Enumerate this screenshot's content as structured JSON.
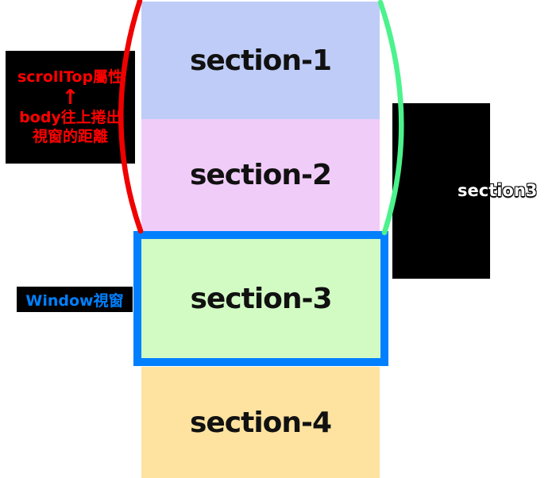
{
  "sections": [
    {
      "label": "section-1",
      "bg": "#bfccf7"
    },
    {
      "label": "section-2",
      "bg": "#f0ccf8"
    },
    {
      "label": "section-3",
      "bg": "#d2fbc4"
    },
    {
      "label": "section-4",
      "bg": "#fde2a0"
    }
  ],
  "scrolltop_annotation": {
    "line1": "scrollTop屬性",
    "arrow": "↑",
    "line2": "body往上捲出",
    "line3": "視窗的距離",
    "text_color": "#ff0000",
    "bg": "#000000"
  },
  "window_annotation": {
    "label": "Window視窗",
    "text_color": "#0080ff",
    "bg": "#000000"
  },
  "right_annotation": {
    "label": "section3",
    "text_color": "#ffffff",
    "bg": "#000000"
  },
  "viewport": {
    "border_color": "#0080ff"
  },
  "braces": {
    "left_color": "#f00000",
    "right_color": "#4cf28c"
  }
}
